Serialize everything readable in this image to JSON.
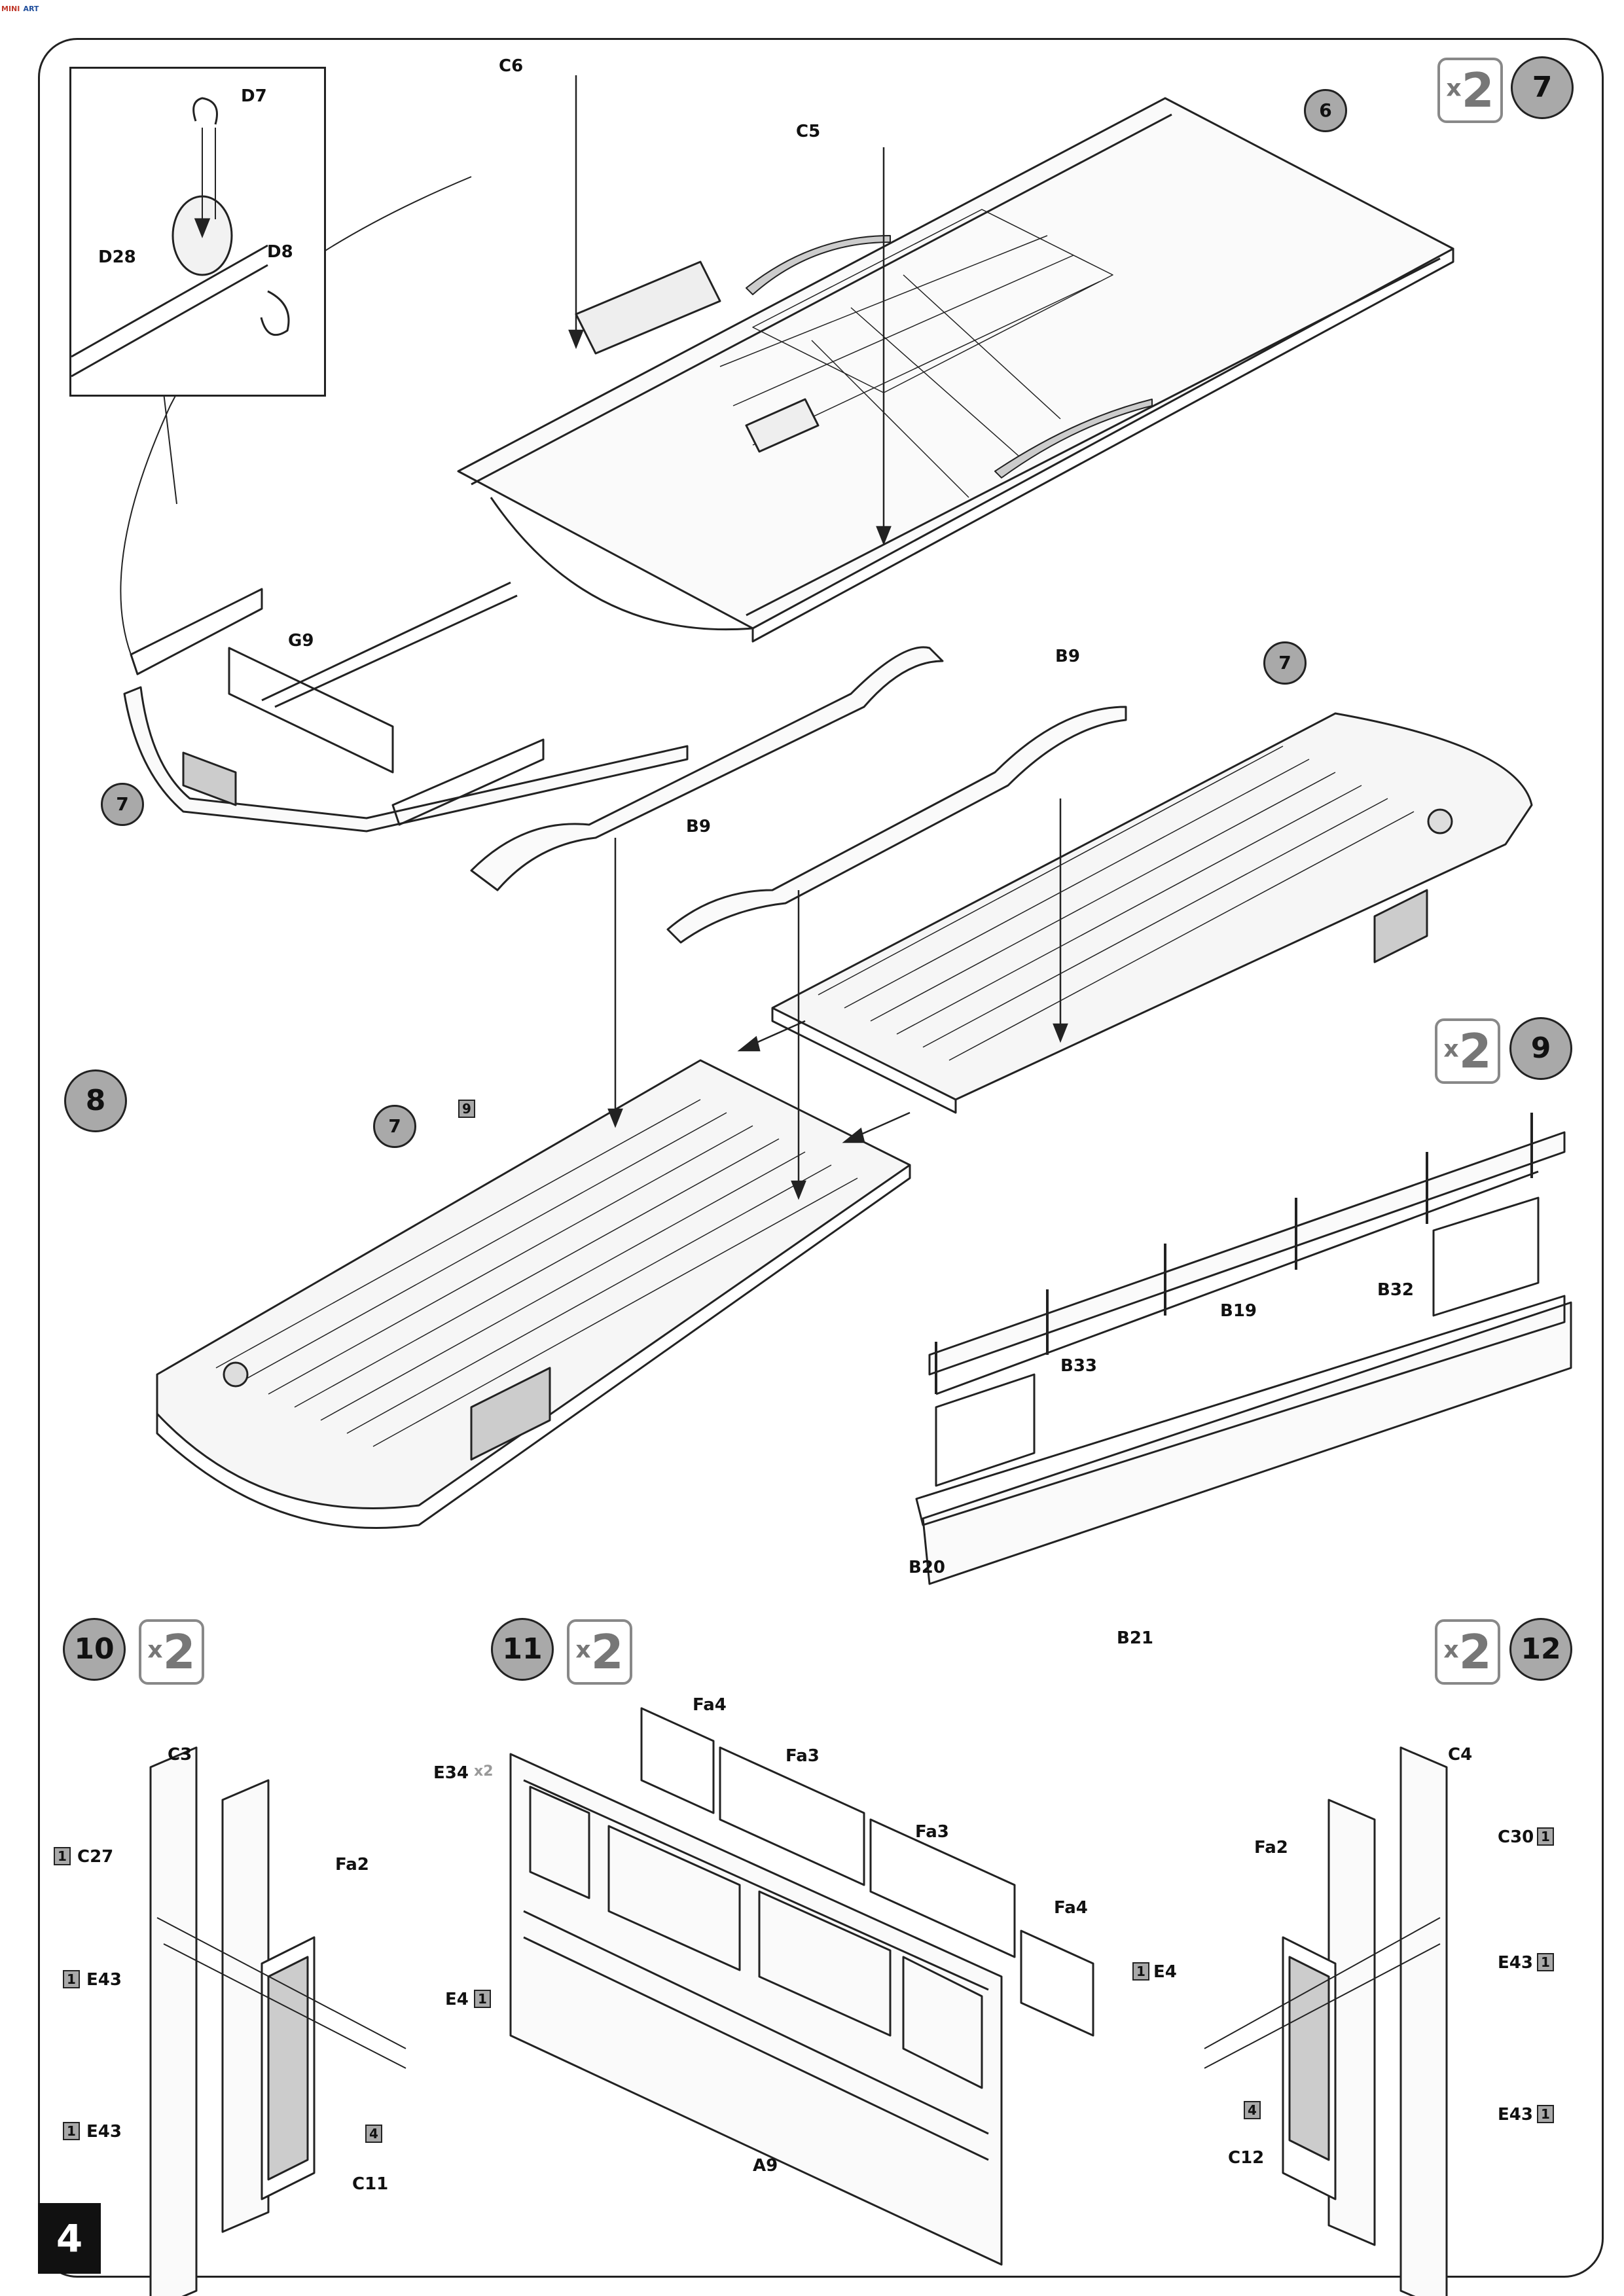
{
  "page": {
    "number": "4"
  },
  "steps": [
    {
      "number": "7",
      "quantity_mark": "x",
      "quantity": "2"
    },
    {
      "number": "8"
    },
    {
      "number": "9",
      "quantity_mark": "x",
      "quantity": "2"
    },
    {
      "number": "10",
      "quantity_mark": "x",
      "quantity": "2"
    },
    {
      "number": "11",
      "quantity_mark": "x",
      "quantity": "2"
    },
    {
      "number": "12",
      "quantity_mark": "x",
      "quantity": "2"
    }
  ],
  "references": {
    "ref6": "6",
    "ref7a": "7",
    "ref7b": "7",
    "ref7c": "7"
  },
  "parts": {
    "C6": "C6",
    "C5": "C5",
    "D7": "D7",
    "D28": "D28",
    "D8": "D8",
    "G9": "G9",
    "B9a": "B9",
    "B9b": "B9",
    "B19": "B19",
    "B32": "B32",
    "B33": "B33",
    "B20": "B20",
    "B21": "B21",
    "C3": "C3",
    "C27": "C27",
    "Fa2a": "Fa2",
    "E43a": "E43",
    "E43b": "E43",
    "E4a": "E4",
    "C11": "C11",
    "E34": "E34",
    "Fa4a": "Fa4",
    "Fa3a": "Fa3",
    "Fa3b": "Fa3",
    "Fa4b": "Fa4",
    "A9": "A9",
    "C4": "C4",
    "Fa2b": "Fa2",
    "C30": "C30",
    "E4b": "E4",
    "E43c": "E43",
    "E43d": "E43",
    "C12": "C12"
  },
  "sprue_tags": {
    "t9": "9",
    "t1a": "1",
    "t1b": "1",
    "t1c": "1",
    "t1d": "1",
    "t4a": "4",
    "t1e": "1",
    "t1f": "1",
    "t1g": "1",
    "t1h": "1",
    "t4b": "4"
  },
  "inline_qty": {
    "e34": "x2"
  },
  "logo": {
    "line1": "MINI",
    "line2": "ART"
  }
}
